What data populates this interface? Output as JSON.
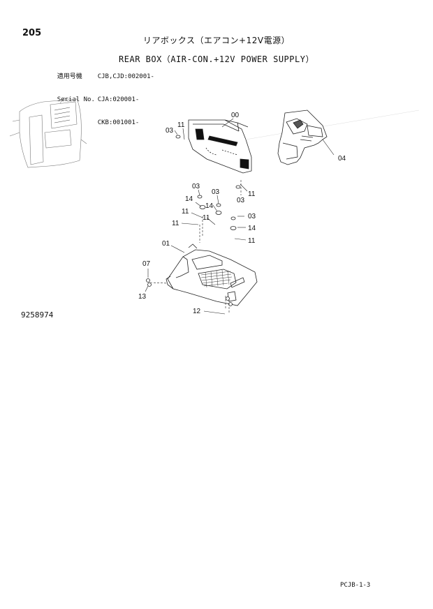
{
  "header": {
    "page_number": "205",
    "title_jp": "リアボックス（エアコン+12V電源）",
    "title_en": "REAR BOX（AIR-CON.+12V POWER SUPPLY）"
  },
  "serial": {
    "rows": [
      {
        "label": "適用号機",
        "value": "CJB,CJD:002001-"
      },
      {
        "label": "Serial No.",
        "value": "CJA:020001-"
      },
      {
        "label": "",
        "value": "CKB:001001-"
      }
    ]
  },
  "callouts": {
    "p00": "00",
    "p01": "01",
    "p03a": "03",
    "p03b": "03",
    "p03c": "03",
    "p03d": "03",
    "p03e": "03",
    "p04": "04",
    "p07": "07",
    "p11a": "11",
    "p11b": "11",
    "p11c": "11",
    "p11d": "11",
    "p11e": "11",
    "p11f": "11",
    "p12": "12",
    "p13": "13",
    "p14a": "14",
    "p14b": "14",
    "p14c": "14"
  },
  "footer": {
    "drawing_number": "9258974",
    "page_code": "PCJB-1-3"
  }
}
